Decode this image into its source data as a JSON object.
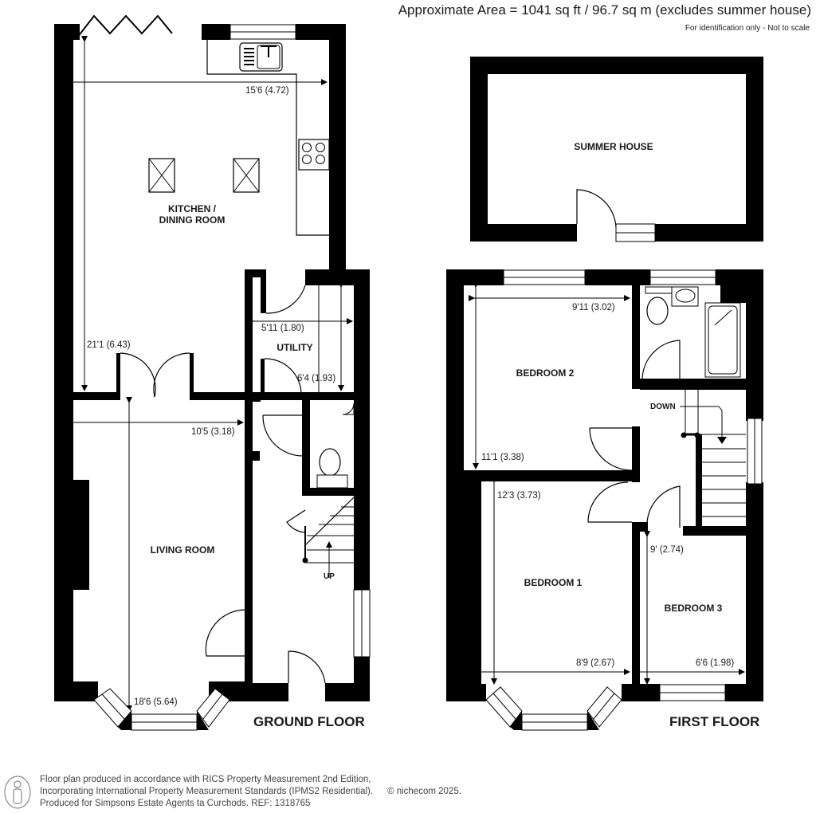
{
  "header": {
    "area": "Approximate Area = 1041 sq ft / 96.7 sq m (excludes summer house)",
    "disclaimer": "For identification only - Not to scale"
  },
  "floors": {
    "ground": {
      "label": "GROUND FLOOR",
      "rooms": {
        "kitchen_line1": "KITCHEN /",
        "kitchen_line2": "DINING ROOM",
        "utility": "UTILITY",
        "living": "LIVING ROOM"
      },
      "dimensions": {
        "kitchen_width": "15'6 (4.72)",
        "kitchen_length": "21'1 (6.43)",
        "utility_width": "5'11 (1.80)",
        "utility_length": "6'4 (1.93)",
        "living_width": "10'5 (3.18)",
        "living_length": "18'6 (5.64)"
      },
      "stairs_label": "UP"
    },
    "first": {
      "label": "FIRST FLOOR",
      "rooms": {
        "bedroom2": "BEDROOM 2",
        "bedroom1": "BEDROOM 1",
        "bedroom3": "BEDROOM 3"
      },
      "dimensions": {
        "bedroom2_width": "9'11 (3.02)",
        "bedroom2_length": "11'1 (3.38)",
        "bedroom1_length": "12'3 (3.73)",
        "bedroom1_width": "8'9 (2.67)",
        "bedroom3_length": "9' (2.74)",
        "bedroom3_width": "6'6 (1.98)"
      },
      "stairs_label": "DOWN"
    },
    "outbuilding": {
      "summer_house": "SUMMER HOUSE"
    }
  },
  "footer": {
    "line1": "Floor plan produced in accordance with RICS Property Measurement 2nd Edition,",
    "line2": "Incorporating International Property Measurement Standards (IPMS2 Residential).",
    "copyright": "© nichecom 2025.",
    "line3": "Produced for Simpsons Estate Agents ta Curchods.   REF: 1318765"
  },
  "colors": {
    "wall": "#000000",
    "background": "#ffffff",
    "text": "#1a1a1a"
  }
}
